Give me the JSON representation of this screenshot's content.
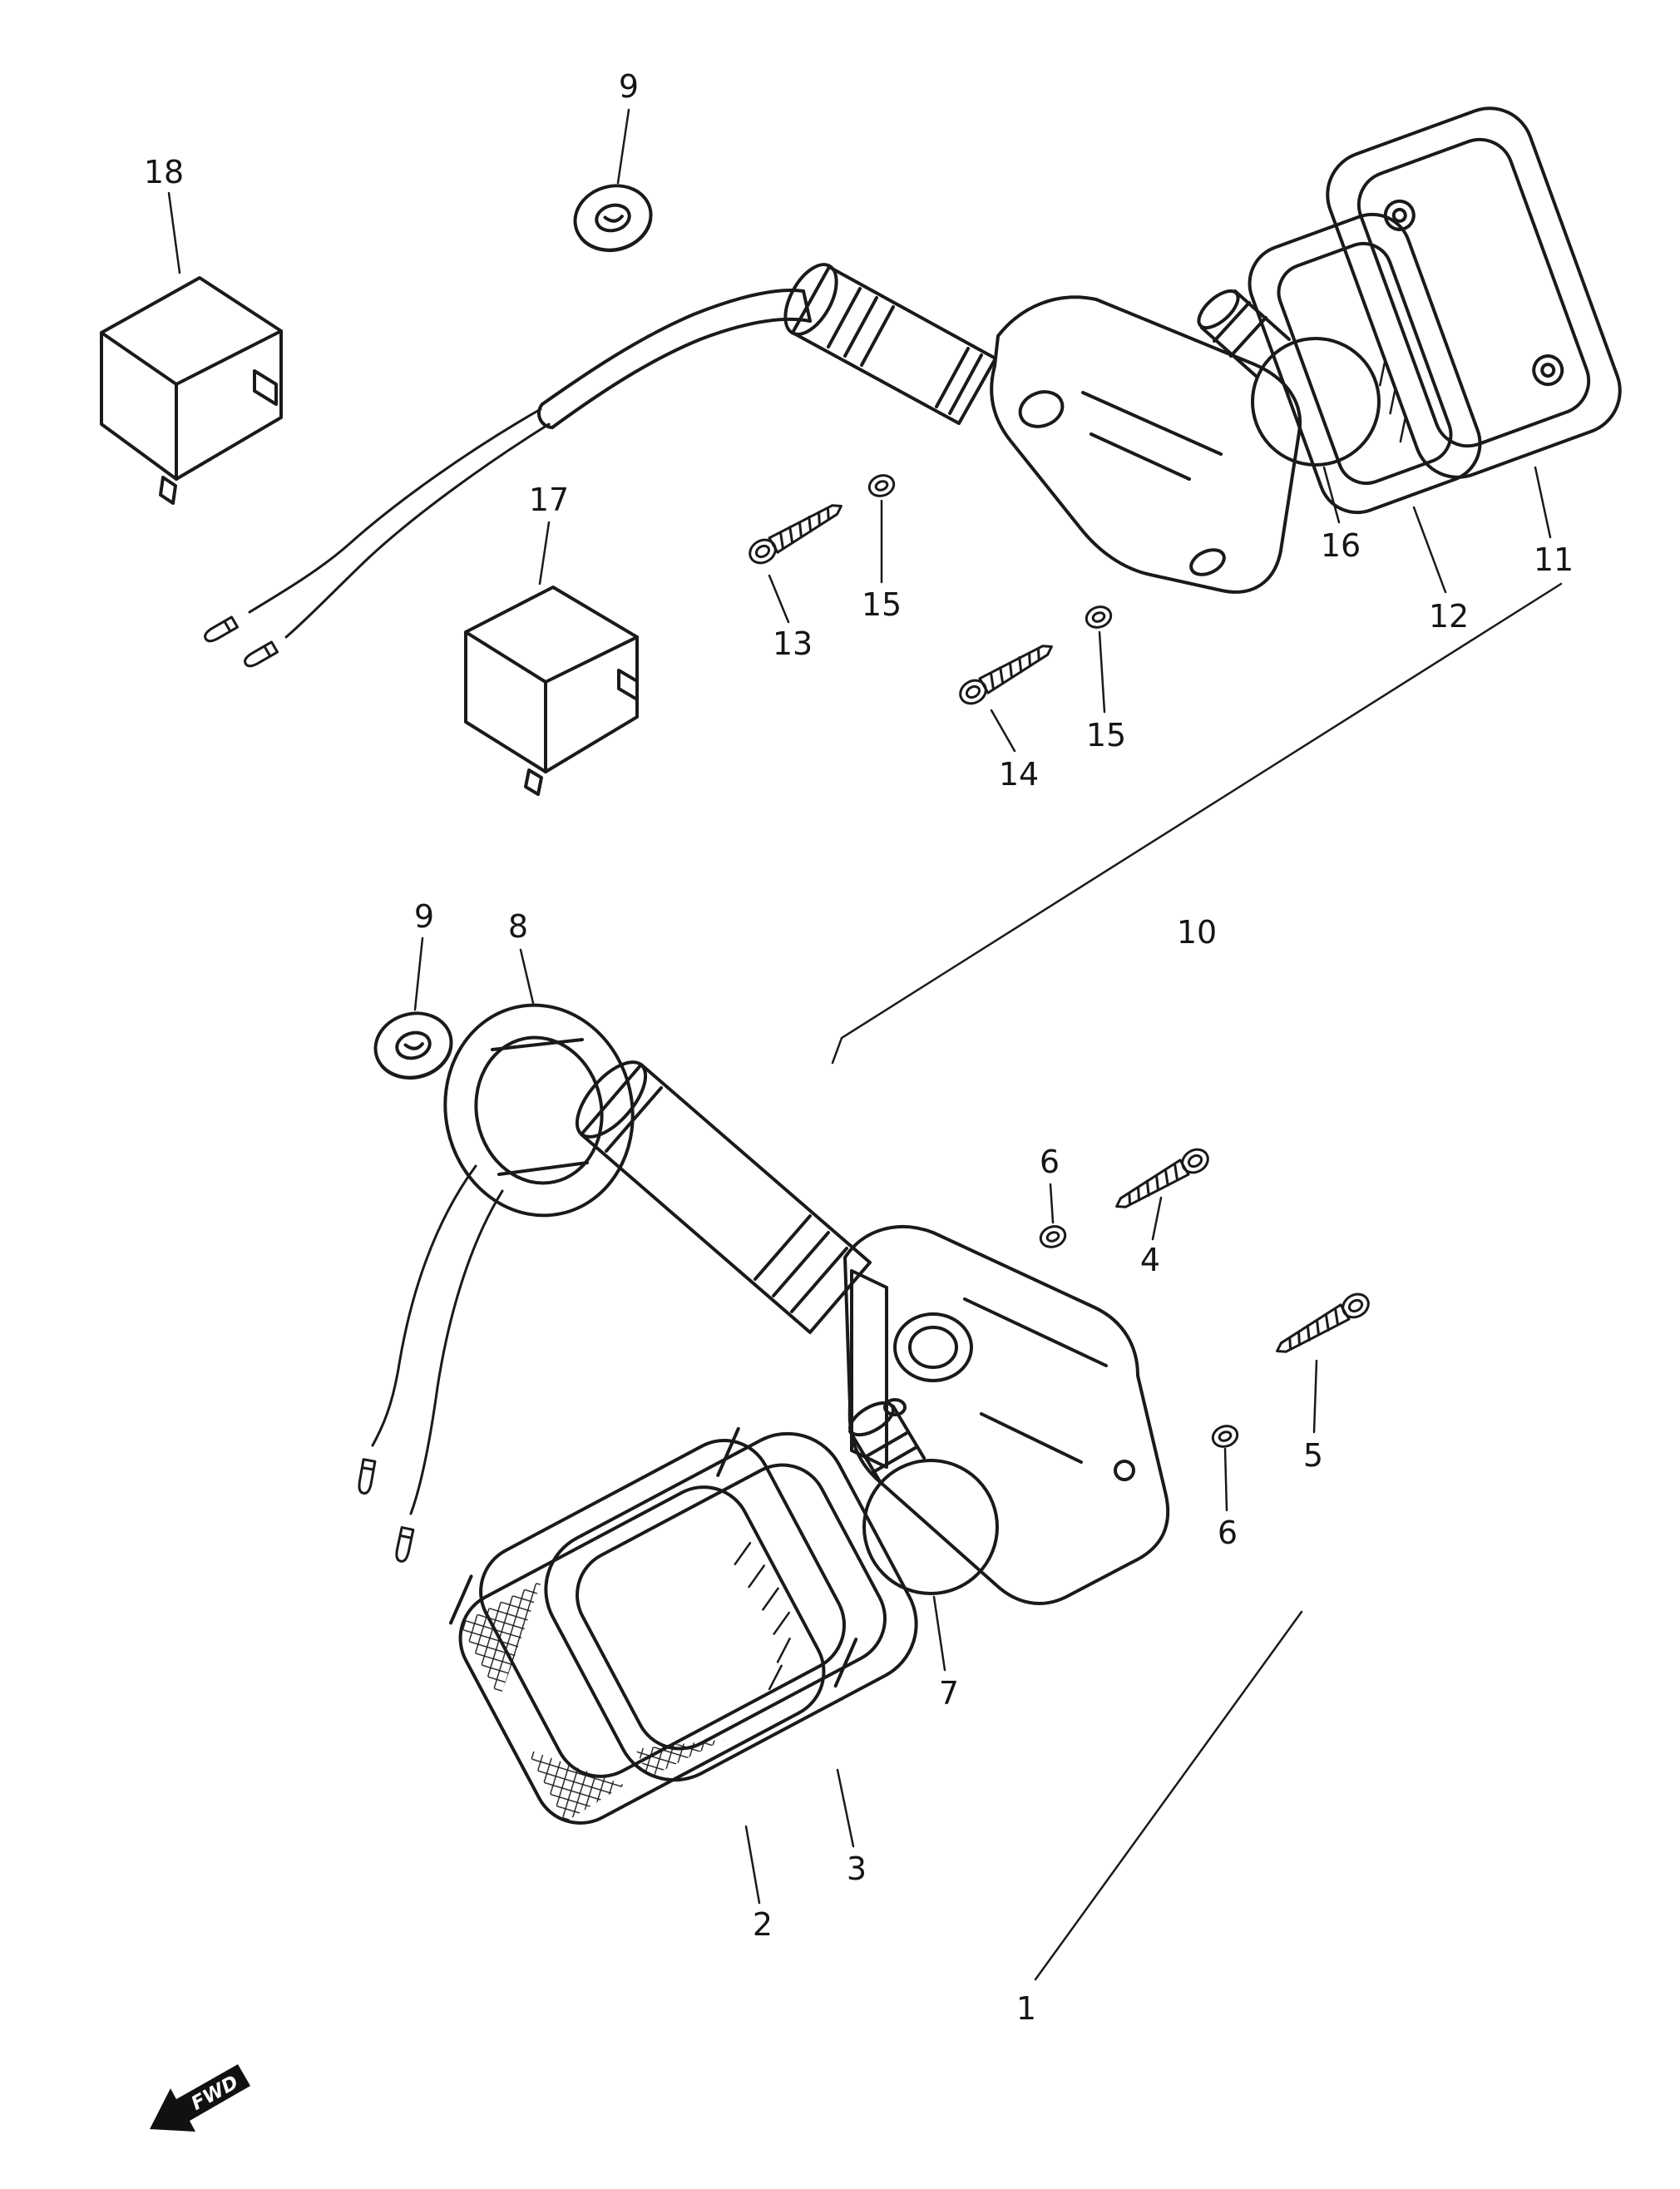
{
  "page": {
    "background": "#ffffff",
    "ink": "#1a1a1a"
  },
  "fwd_marker": {
    "label": "FWD"
  },
  "callouts": [
    {
      "part": "9",
      "location": "grommet-top"
    },
    {
      "part": "18",
      "location": "relay-upper-left"
    },
    {
      "part": "17",
      "location": "relay-middle"
    },
    {
      "part": "13",
      "location": "screw-top-first"
    },
    {
      "part": "15",
      "location": "washer-top-first"
    },
    {
      "part": "14",
      "location": "screw-top-second"
    },
    {
      "part": "15",
      "location": "washer-top-second"
    },
    {
      "part": "16",
      "location": "bulb-top"
    },
    {
      "part": "12",
      "location": "gasket-top"
    },
    {
      "part": "11",
      "location": "lens-top"
    },
    {
      "part": "10",
      "location": "assembly-ref-top"
    },
    {
      "part": "9",
      "location": "grommet-bottom"
    },
    {
      "part": "8",
      "location": "base-ring"
    },
    {
      "part": "6",
      "location": "washer-bottom-first"
    },
    {
      "part": "4",
      "location": "screw-bottom-first"
    },
    {
      "part": "5",
      "location": "screw-bottom-second"
    },
    {
      "part": "6",
      "location": "washer-bottom-second"
    },
    {
      "part": "7",
      "location": "bulb-bottom"
    },
    {
      "part": "3",
      "location": "gasket-bottom"
    },
    {
      "part": "2",
      "location": "lens-bottom"
    },
    {
      "part": "1",
      "location": "assembly-ref-bottom"
    }
  ]
}
